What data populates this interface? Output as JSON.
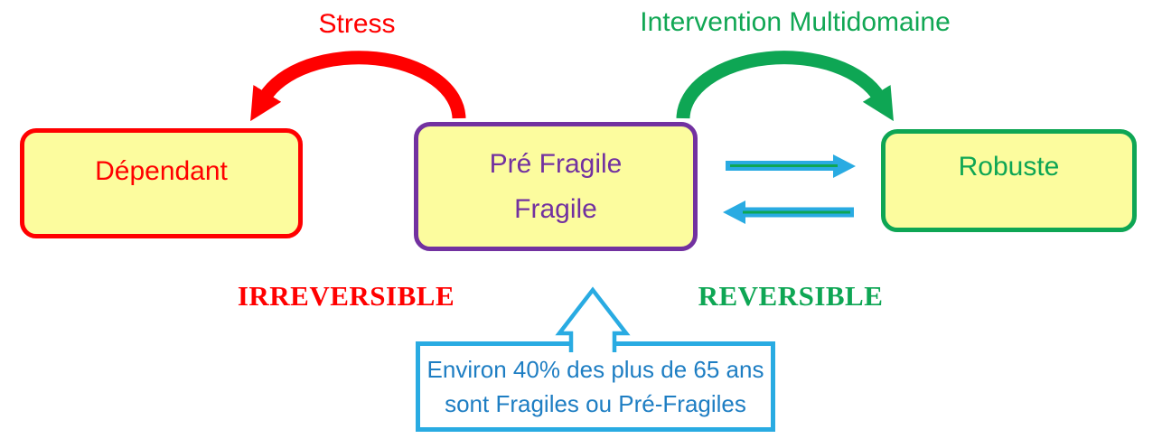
{
  "labels": {
    "stress": "Stress",
    "intervention": "Intervention Multidomaine",
    "irreversible": "IRREVERSIBLE",
    "reversible": "REVERSIBLE"
  },
  "boxes": {
    "dependant": {
      "label": "Dépendant"
    },
    "fragile": {
      "line1": "Pré Fragile",
      "line2": "Fragile"
    },
    "robuste": {
      "label": "Robuste"
    }
  },
  "callout": {
    "line1": "Environ 40% des plus de 65 ans",
    "line2": "sont Fragiles ou Pré-Fragiles"
  },
  "colors": {
    "red": "#FF0000",
    "green": "#0EA654",
    "purple": "#7231A0",
    "yellow_fill": "#FCFC9E",
    "blue": "#29ABE2",
    "blue_text": "#1E7EC3"
  }
}
